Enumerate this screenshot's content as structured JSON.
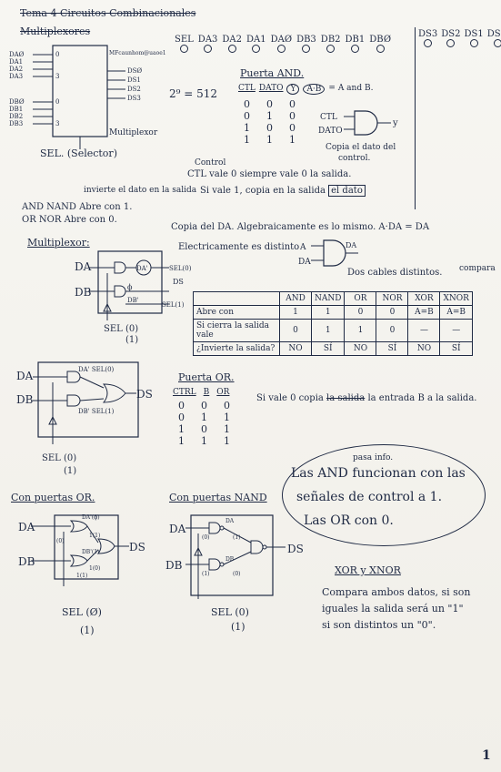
{
  "header": {
    "struck_line_1": "Tema 4 Circuitos Combinacionales",
    "struck_line_2": "Multiplexores",
    "signals_row": [
      "SEL",
      "DA3",
      "DA2",
      "DA1",
      "DAØ",
      "DB3",
      "DB2",
      "DB1",
      "DBØ"
    ],
    "signals_right": [
      "DS3",
      "DS2",
      "DS1",
      "DSØ"
    ],
    "mux_label": "Multiplexor",
    "mux_note": "MFcaunhom@uaoe1",
    "mux_inputs_a": [
      "DAØ",
      "DA1",
      "DA2",
      "DA3"
    ],
    "mux_inputs_b": [
      "DBØ",
      "DB1",
      "DB2",
      "DB3"
    ],
    "mux_outputs": [
      "DSØ",
      "DS1",
      "DS2",
      "DS3"
    ],
    "mux_pin_labels": [
      "0",
      "3",
      "0",
      "3"
    ],
    "sel_label": "SEL. (Selector)",
    "power_note": "2⁹ = 512"
  },
  "and_gate": {
    "title": "Puerta AND.",
    "table_headers": [
      "CTL",
      "DATO",
      "Y",
      "A·B"
    ],
    "rows": [
      [
        "0",
        "0",
        "0"
      ],
      [
        "0",
        "1",
        "0"
      ],
      [
        "1",
        "0",
        "0"
      ],
      [
        "1",
        "1",
        "1"
      ]
    ],
    "equation": "= A and B.",
    "ctl_label": "CTL",
    "dato_label": "DATO",
    "y_label": "y",
    "copy_note_1": "Copia el dato del",
    "copy_note_2": "control.",
    "control_title": "Control",
    "control_line_1": "CTL vale 0 siempre vale 0 la salida.",
    "control_line_2": "Si vale 1, copia en la salida",
    "control_boxed": "el dato"
  },
  "open_with": {
    "invert_note": "invierte el dato en la salida",
    "line_and": "AND   NAND  Abre con 1.",
    "line_or": "OR   NOR  Abre con 0."
  },
  "multiplexer": {
    "title": "Multiplexor:",
    "copy_da": "Copia del DA. Algebraicamente es lo mismo. A·DA = DA",
    "elec_diff": "Electricamente es distinto",
    "two_cables": "Dos cables distintos.",
    "compara": "compara",
    "d1_labels": {
      "da": "DA",
      "db": "DB",
      "da_circle": "DA'",
      "sel0": "SEL(0)",
      "ds": "DS",
      "phi": "ϕ",
      "db_prime": "DB'",
      "sel1": "SEL(1)",
      "sel_bottom": "SEL (0)",
      "sel_bottom2": "(1)"
    },
    "d2_labels": {
      "da": "DA",
      "db": "DB",
      "da_sel": "DA' SEL(0)",
      "db_sel": "DB' SEL(1)",
      "ds": "DS",
      "sel_bottom": "SEL (0)",
      "sel_bottom2": "(1)"
    }
  },
  "compare_table": {
    "headers": [
      "",
      "AND",
      "NAND",
      "OR",
      "NOR",
      "XOR",
      "XNOR"
    ],
    "rows": [
      [
        "Abre con",
        "1",
        "1",
        "0",
        "0",
        "A=B",
        "A=B"
      ],
      [
        "Si cierra la salida vale",
        "0",
        "1",
        "1",
        "0",
        "—",
        "—"
      ],
      [
        "¿Invierte la salida?",
        "NO",
        "SÍ",
        "NO",
        "SÍ",
        "NO",
        "SÍ"
      ]
    ]
  },
  "or_gate": {
    "title": "Puerta OR.",
    "headers": [
      "CTRL",
      "B",
      "OR"
    ],
    "rows": [
      [
        "0",
        "0",
        "0"
      ],
      [
        "0",
        "1",
        "1"
      ],
      [
        "1",
        "0",
        "1"
      ],
      [
        "1",
        "1",
        "1"
      ]
    ],
    "note_start": "Si vale 0 copia",
    "note_struck": "la salida",
    "note_end": "la entrada B a la salida."
  },
  "cloud": {
    "small": "pasa info.",
    "line1": "Las AND funcionan con las",
    "line2": "señales de control a 1.",
    "line3": "Las OR con 0."
  },
  "or_circuit": {
    "title": "Con puertas OR.",
    "da": "DA",
    "db": "DB",
    "ds": "DS",
    "inner": [
      "DA'(ϕ)",
      "1(1)",
      "(0)",
      "DB'(1)",
      "1(0)",
      "1(1)"
    ],
    "sel": "SEL (Ø)",
    "sel2": "(1)"
  },
  "nand_circuit": {
    "title": "Con puertas NAND",
    "da": "DA",
    "db": "DB",
    "ds": "DS",
    "inner": [
      "DA",
      "(0)",
      "DB",
      "(1)",
      "(1)",
      "(0)"
    ],
    "sel": "SEL (0)",
    "sel2": "(1)"
  },
  "xor_section": {
    "title": "XOR y XNOR",
    "line1": "Compara ambos datos, si son",
    "line2": "iguales la salida será un \"1\"",
    "line3": "si son distintos un \"0\"."
  },
  "page_number": "1"
}
